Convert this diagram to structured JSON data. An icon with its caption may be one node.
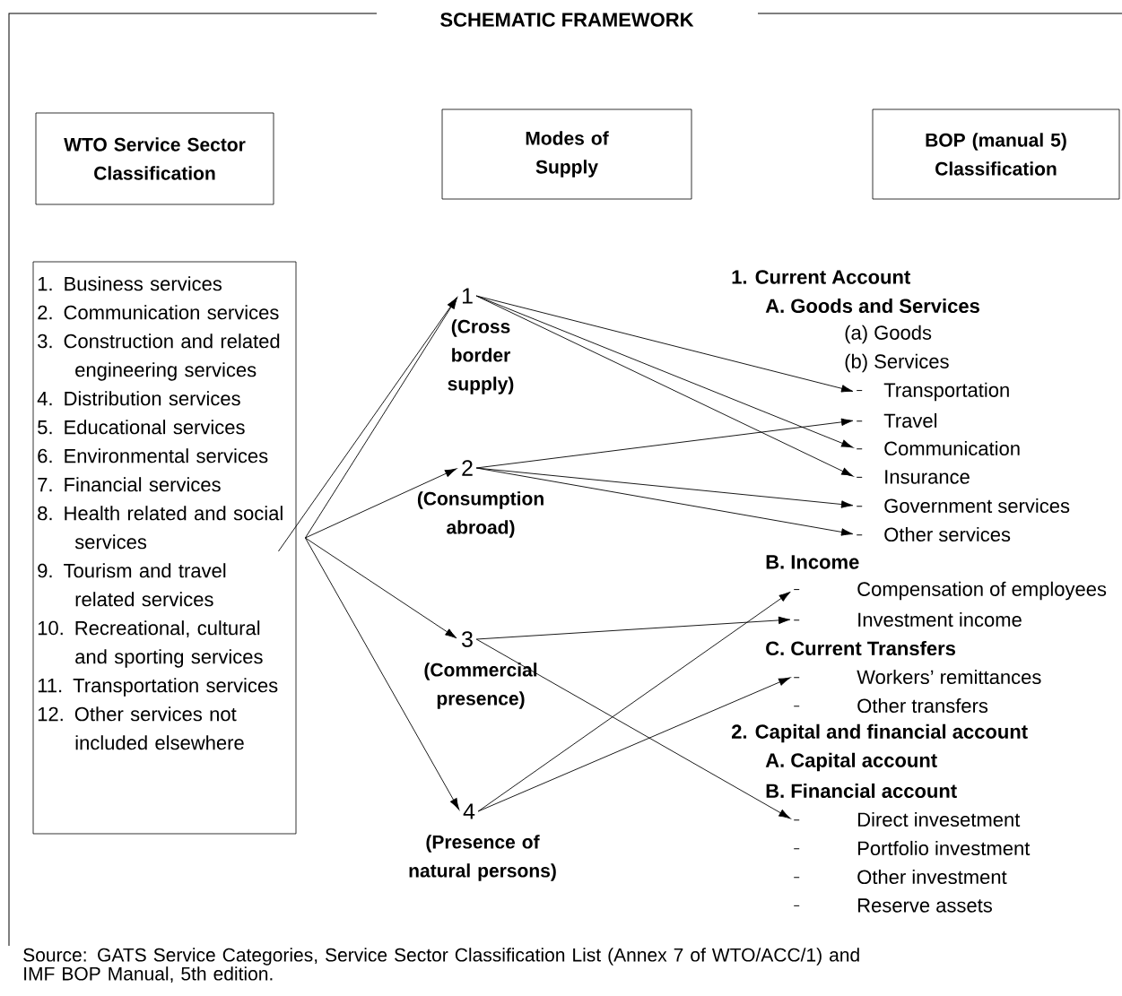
{
  "diagram": {
    "title": "SCHEMATIC  FRAMEWORK",
    "caption": "Source: GATS Service Categories, Service Sector Classification List (Annex 7 of WTO/ACC/1) and IMF BOP Manual, 5th edition.",
    "nodes": [
      {
        "text": [
          "WTO Service Sector Classification"
        ]
      },
      {
        "text": [
          "Modes of Supply"
        ]
      },
      {
        "text": [
          "BOP (manual 5) Classification"
        ]
      },
      {
        "text": [
          "1. Business services",
          "2. Communication services",
          "3. Construction and related engineering services",
          "4. Distribution services",
          "5. Educational services",
          "6. Environmental services",
          "7. Financial services",
          "8. Health related and social services",
          "9. Tourism and travel related services",
          "10. Recreational, cultural and sporting services",
          "11. Transportation services",
          "12. Other services not included elsewhere"
        ]
      },
      {
        "text": [
          "1"
        ],
        "beside": [
          "(Cross border supply)"
        ]
      },
      {
        "text": [
          "2"
        ],
        "beside": [
          "(Consumption abroad)"
        ]
      },
      {
        "text": [
          "3"
        ],
        "beside": [
          "(Commercial presence)"
        ]
      },
      {
        "text": [
          "4"
        ],
        "beside": [
          "(Presence of natural persons)"
        ]
      },
      {
        "text": [
          "Transportation"
        ]
      },
      {
        "text": [
          "Travel"
        ]
      },
      {
        "text": [
          "Communication"
        ]
      },
      {
        "text": [
          "Insurance"
        ]
      },
      {
        "text": [
          "Government services"
        ]
      },
      {
        "text": [
          "Other services"
        ]
      },
      {
        "text": [
          "Compensation of employees"
        ]
      },
      {
        "text": [
          "Investment income"
        ]
      },
      {
        "text": [
          "Workers’ remittances"
        ]
      },
      {
        "text": [
          "Direct invesetment"
        ]
      }
    ],
    "edges": [
      {
        "from": 3,
        "to": 4,
        "arrow": "to"
      },
      {
        "from": 3,
        "to": 4,
        "arrow": "to"
      },
      {
        "from": 3,
        "to": 5,
        "arrow": "to"
      },
      {
        "from": 3,
        "to": 6,
        "arrow": "to"
      },
      {
        "from": 3,
        "to": 7,
        "arrow": "to"
      },
      {
        "from": 4,
        "to": 8,
        "arrow": "to"
      },
      {
        "from": 4,
        "to": 10,
        "arrow": "to"
      },
      {
        "from": 4,
        "to": 11,
        "arrow": "to"
      },
      {
        "from": 5,
        "to": 9,
        "arrow": "to"
      },
      {
        "from": 5,
        "to": 12,
        "arrow": "to"
      },
      {
        "from": 5,
        "to": 13,
        "arrow": "to"
      },
      {
        "from": 6,
        "to": 15,
        "arrow": "to"
      },
      {
        "from": 6,
        "to": 17,
        "arrow": "to"
      },
      {
        "from": 7,
        "to": 14,
        "arrow": "to"
      },
      {
        "from": 7,
        "to": 16,
        "arrow": "to"
      }
    ],
    "labels": [
      "1. Current Account",
      "A. Goods and Services",
      "(a) Goods",
      "(b) Services",
      "B. Income",
      "C. Current Transfers",
      "Other transfers",
      "2. Capital and financial account",
      "A. Capital account",
      "B. Financial account",
      "Portfolio investment",
      "Other investment",
      "Reserve assets"
    ]
  }
}
